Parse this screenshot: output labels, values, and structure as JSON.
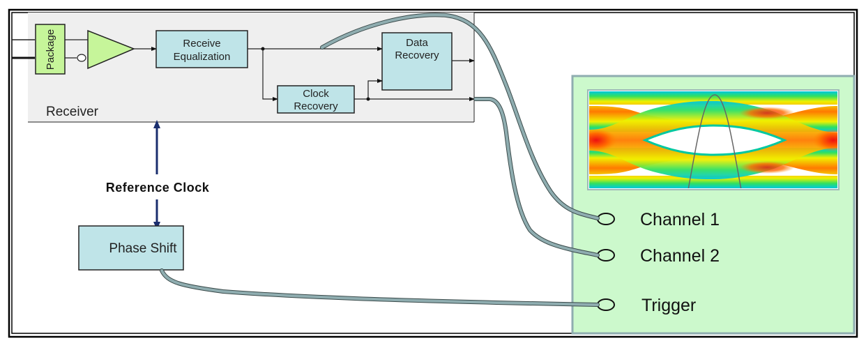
{
  "diagram": {
    "receiver": {
      "label": "Receiver",
      "blocks": {
        "package": "Package",
        "receive_equalization": [
          "Receive",
          "Equalization"
        ],
        "data_recovery": [
          "Data",
          "Recovery"
        ],
        "clock_recovery": [
          "Clock",
          "Recovery"
        ]
      }
    },
    "reference_clock": {
      "label": "Reference Clock"
    },
    "phase_shift": {
      "label": "Phase Shift"
    },
    "oscilloscope": {
      "display": "eye-diagram",
      "inputs": [
        {
          "label": "Channel 1"
        },
        {
          "label": "Channel 2"
        },
        {
          "label": "Trigger"
        }
      ]
    },
    "colors": {
      "receiver_bg": "#efefef",
      "block_fill": "#bfe4e8",
      "package_fill": "#c6f59a",
      "amp_fill": "#c6f59a",
      "scope_bg": "#ccf9cc",
      "cable": "#8fadb0",
      "ref_clock_arrow": "#1a2e6e"
    }
  }
}
